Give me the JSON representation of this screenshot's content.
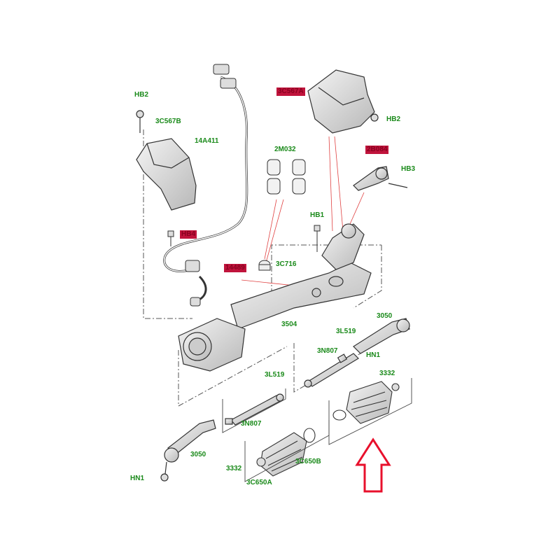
{
  "labels": {
    "hb2_left": "HB2",
    "shield_left": "3C567B",
    "harness": "14A411",
    "shield_top": "3C567A",
    "hb2_right": "HB2",
    "bushings": "2M032",
    "mount_bracket": "2B084",
    "hb3": "HB3",
    "hb1_mid": "HB1",
    "hb4": "HB4",
    "connector": "14489",
    "grommet": "3C716",
    "rack": "3504",
    "tie_end_right": "3050",
    "rod_right": "3L519",
    "nut_right": "3N807",
    "hn1_right": "HN1",
    "boot_right": "3332",
    "rod_left": "3L519",
    "nut_left": "3N807",
    "tie_end_left": "3050",
    "hn1_left": "HN1",
    "boot_left": "3332",
    "clamp_b": "3C650B",
    "clamp_a": "3C650A"
  },
  "colors": {
    "label_green": "#1a8a1a",
    "highlight": "#c0143c",
    "arrow": "#e8102c",
    "line": "#333333",
    "leader_red": "#e04040"
  },
  "arrow": {
    "direction": "up",
    "icon": "red-outline-up-arrow"
  }
}
